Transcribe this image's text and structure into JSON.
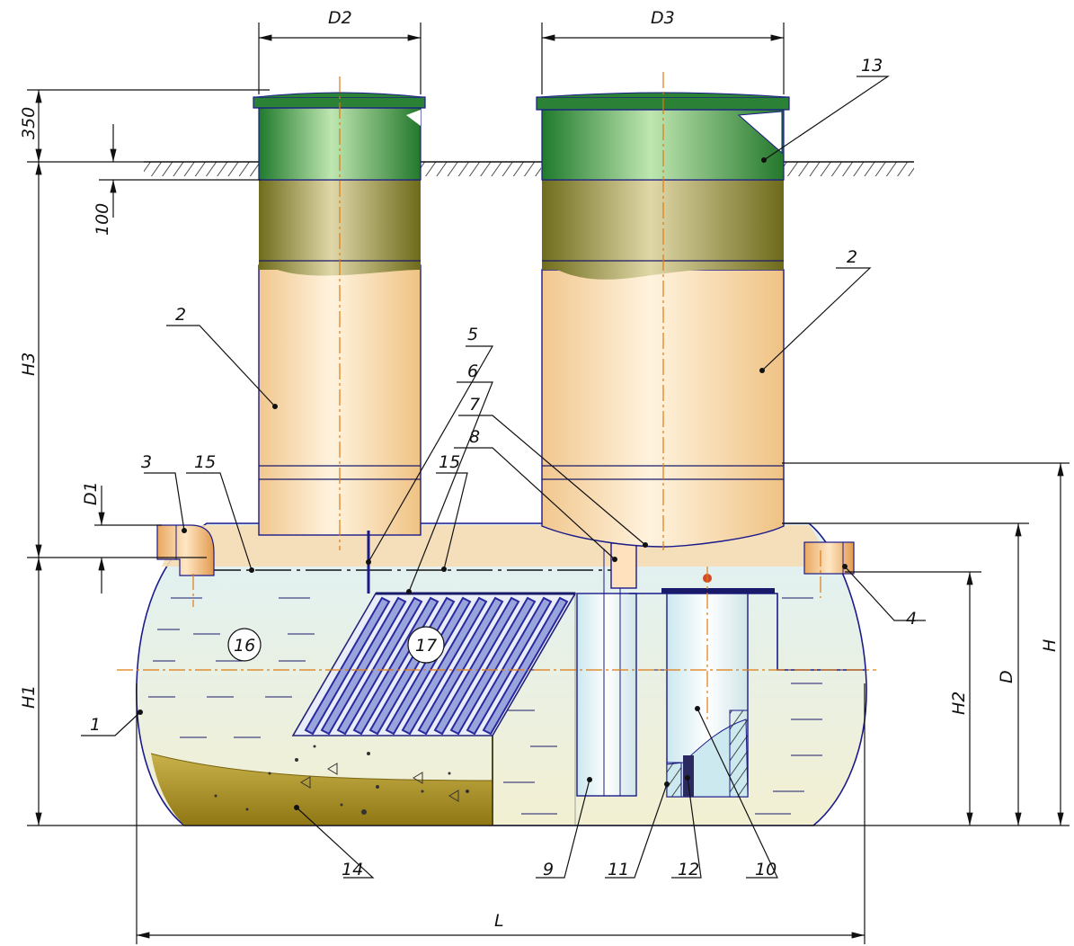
{
  "dimensions": {
    "d2": "D2",
    "d3": "D3",
    "d1": "D1",
    "h": "H",
    "h1": "H1",
    "h2": "H2",
    "h3": "H3",
    "d": "D",
    "l": "L",
    "v350": "350",
    "v100": "100"
  },
  "callouts": {
    "c1": "1",
    "c2a": "2",
    "c2b": "2",
    "c3": "3",
    "c4": "4",
    "c5": "5",
    "c6": "6",
    "c7": "7",
    "c8": "8",
    "c9": "9",
    "c10": "10",
    "c11": "11",
    "c12": "12",
    "c13": "13",
    "c14": "14",
    "c15a": "15",
    "c15b": "15"
  },
  "zones": {
    "z16": "16",
    "z17": "17"
  },
  "colors": {
    "lid": "#2f8a3c",
    "neck_olive": "#8a8a2a",
    "shaft": "#f6d9a8",
    "tank_water": "#dbeff2",
    "sediment": "#a8901f",
    "frame": "#1a1a8a"
  }
}
